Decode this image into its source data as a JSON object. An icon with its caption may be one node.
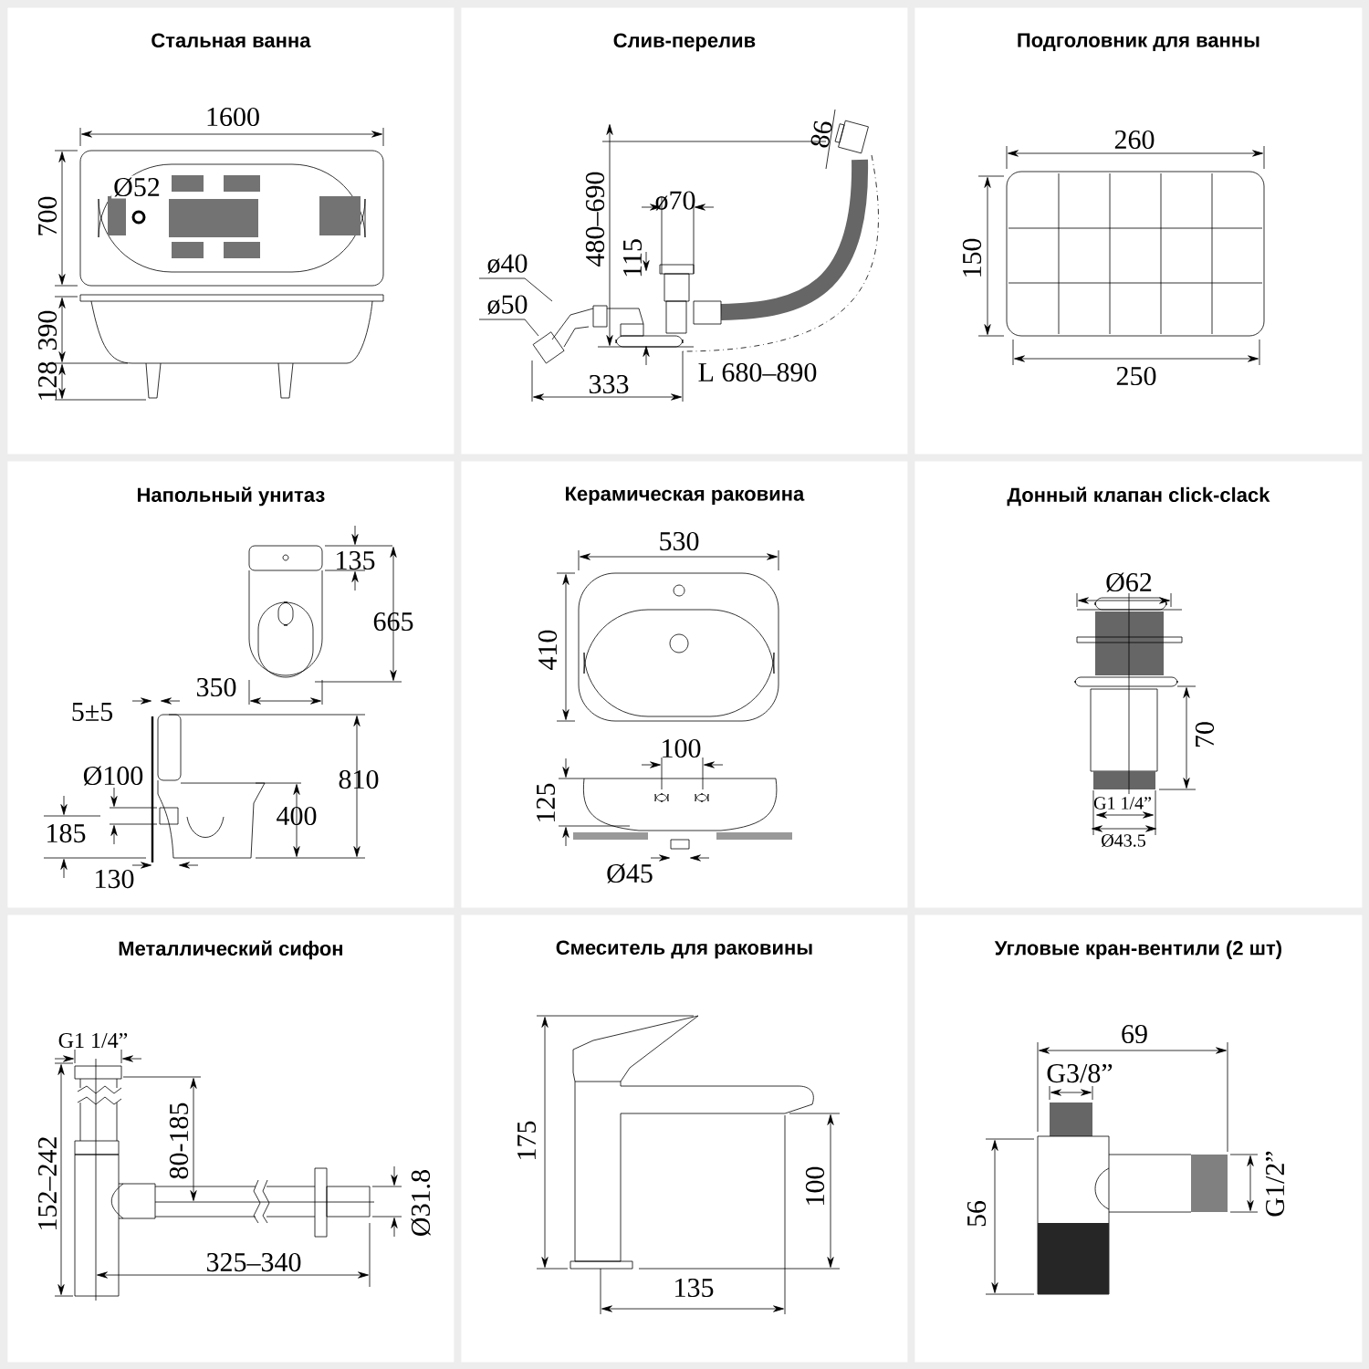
{
  "diagram": {
    "nodes": [
      {
        "text": [
          "Стальная ванна"
        ]
      },
      {
        "text": [
          "Слив-перелив"
        ]
      },
      {
        "text": [
          "Подголовник для ванны"
        ]
      },
      {
        "text": [
          "Напольный унитаз"
        ]
      },
      {
        "text": [
          "Керамическая раковина"
        ]
      },
      {
        "text": [
          "Донный клапан click-clack"
        ]
      },
      {
        "text": [
          "Металлический сифон"
        ]
      },
      {
        "text": [
          "Смеситель для раковины"
        ]
      },
      {
        "text": [
          "Угловые кран-вентили (2 шт)"
        ]
      }
    ],
    "labels": [
      "1600",
      "Ø52",
      "700",
      "390",
      "128",
      "86",
      "480–690",
      "ø70",
      "115",
      "ø40",
      "ø50",
      "333",
      "L 680–890",
      "260",
      "150",
      "250",
      "135",
      "665",
      "350",
      "5±5",
      "810",
      "Ø100",
      "400",
      "185",
      "130",
      "530",
      "410",
      "100",
      "125",
      "Ø45",
      "Ø62",
      "70",
      "G1 1/4”",
      "Ø43.5",
      "G1 1/4”",
      "80-185",
      "152–242",
      "Ø31.8",
      "325–340",
      "175",
      "100",
      "135",
      "69",
      "G3/8”",
      "56",
      "G1/2”"
    ]
  }
}
